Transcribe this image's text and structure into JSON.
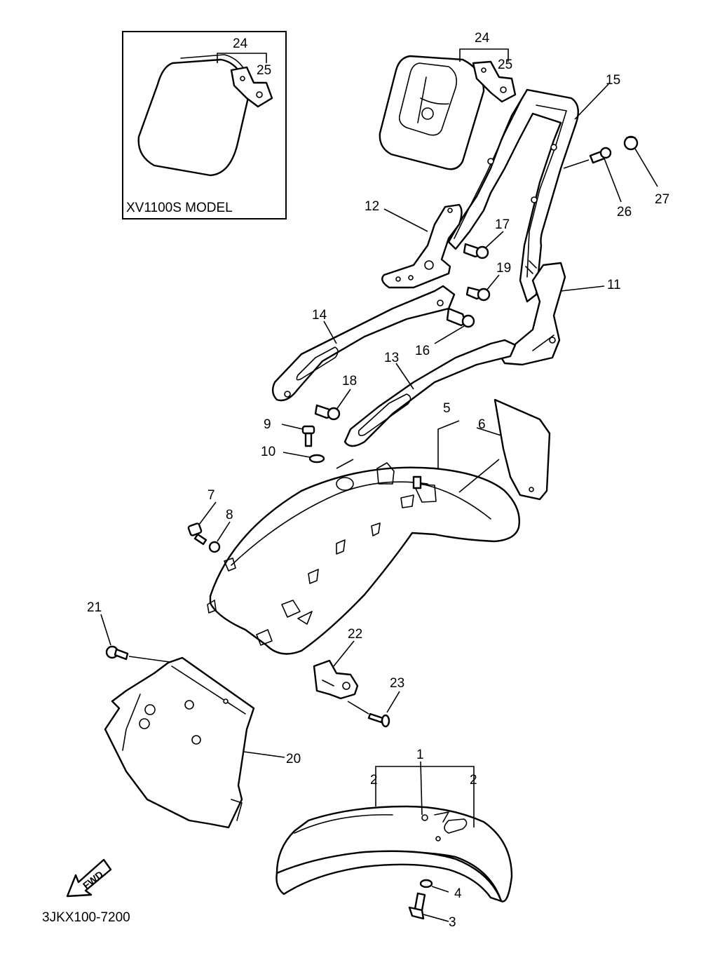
{
  "inset": {
    "caption": "XV1100S MODEL"
  },
  "callouts": {
    "p1": "1",
    "p2a": "2",
    "p2b": "2",
    "p3": "3",
    "p4": "4",
    "p5": "5",
    "p6": "6",
    "p7": "7",
    "p8": "8",
    "p9": "9",
    "p10": "10",
    "p11": "11",
    "p12": "12",
    "p13": "13",
    "p14": "14",
    "p15": "15",
    "p16": "16",
    "p17": "17",
    "p18": "18",
    "p19": "19",
    "p20": "20",
    "p21": "21",
    "p22": "22",
    "p23": "23",
    "p24a": "24",
    "p25a": "25",
    "p24b": "24",
    "p25b": "25",
    "p26": "26",
    "p27": "27"
  },
  "fwd_label": "FWD",
  "drawing_code": "3JKX100-7200"
}
